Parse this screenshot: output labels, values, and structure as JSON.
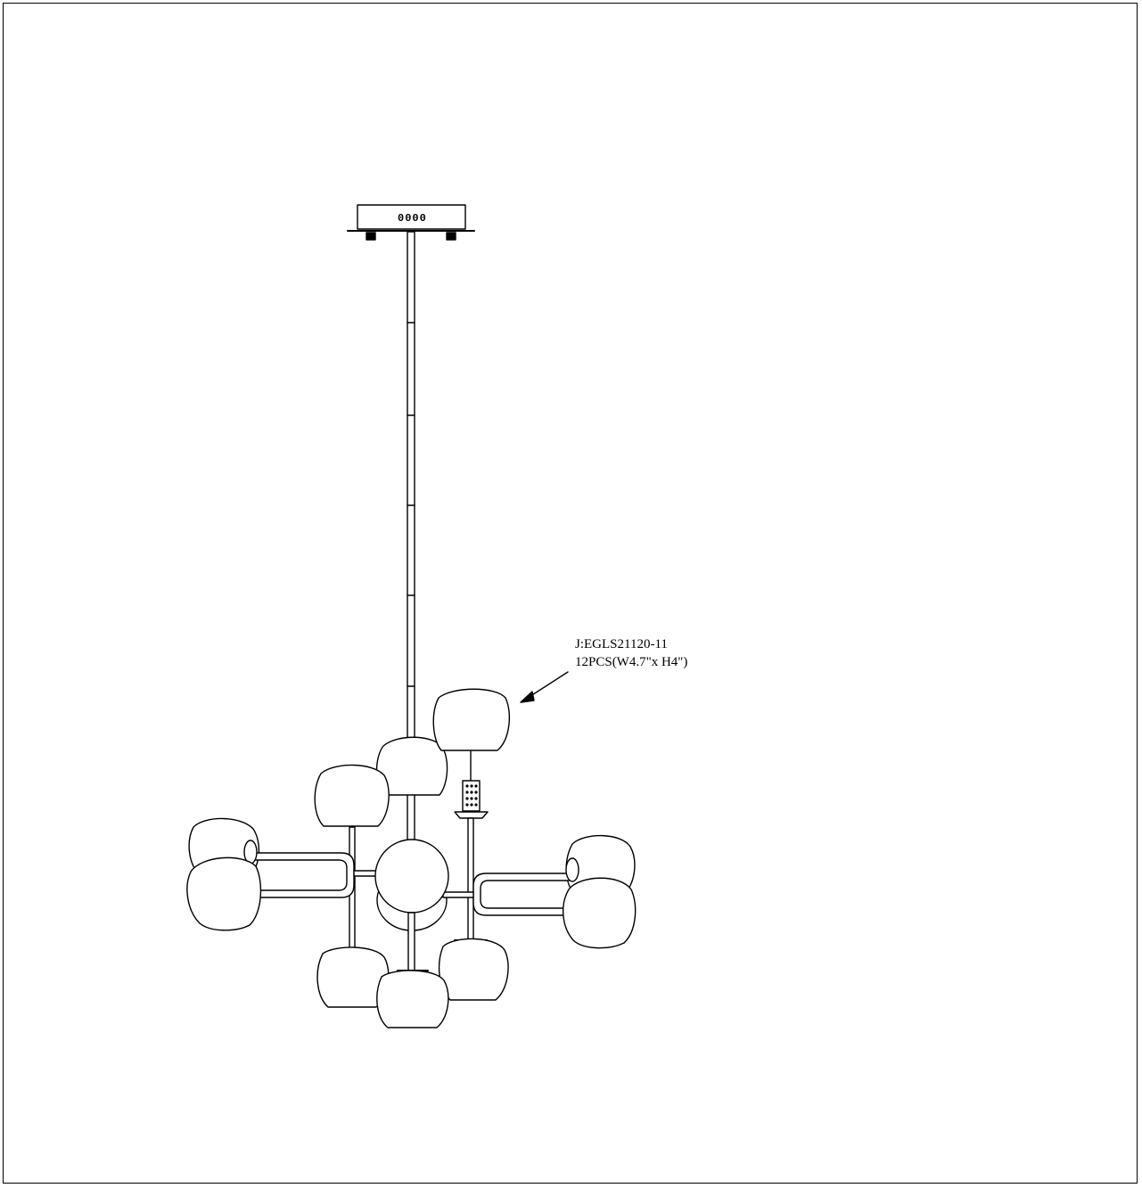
{
  "drawing": {
    "canopy_marking": "0000",
    "callout": {
      "part_code": "J:EGLS21120-11",
      "spec": "12PCS(W4.7\"x H4\")"
    }
  }
}
